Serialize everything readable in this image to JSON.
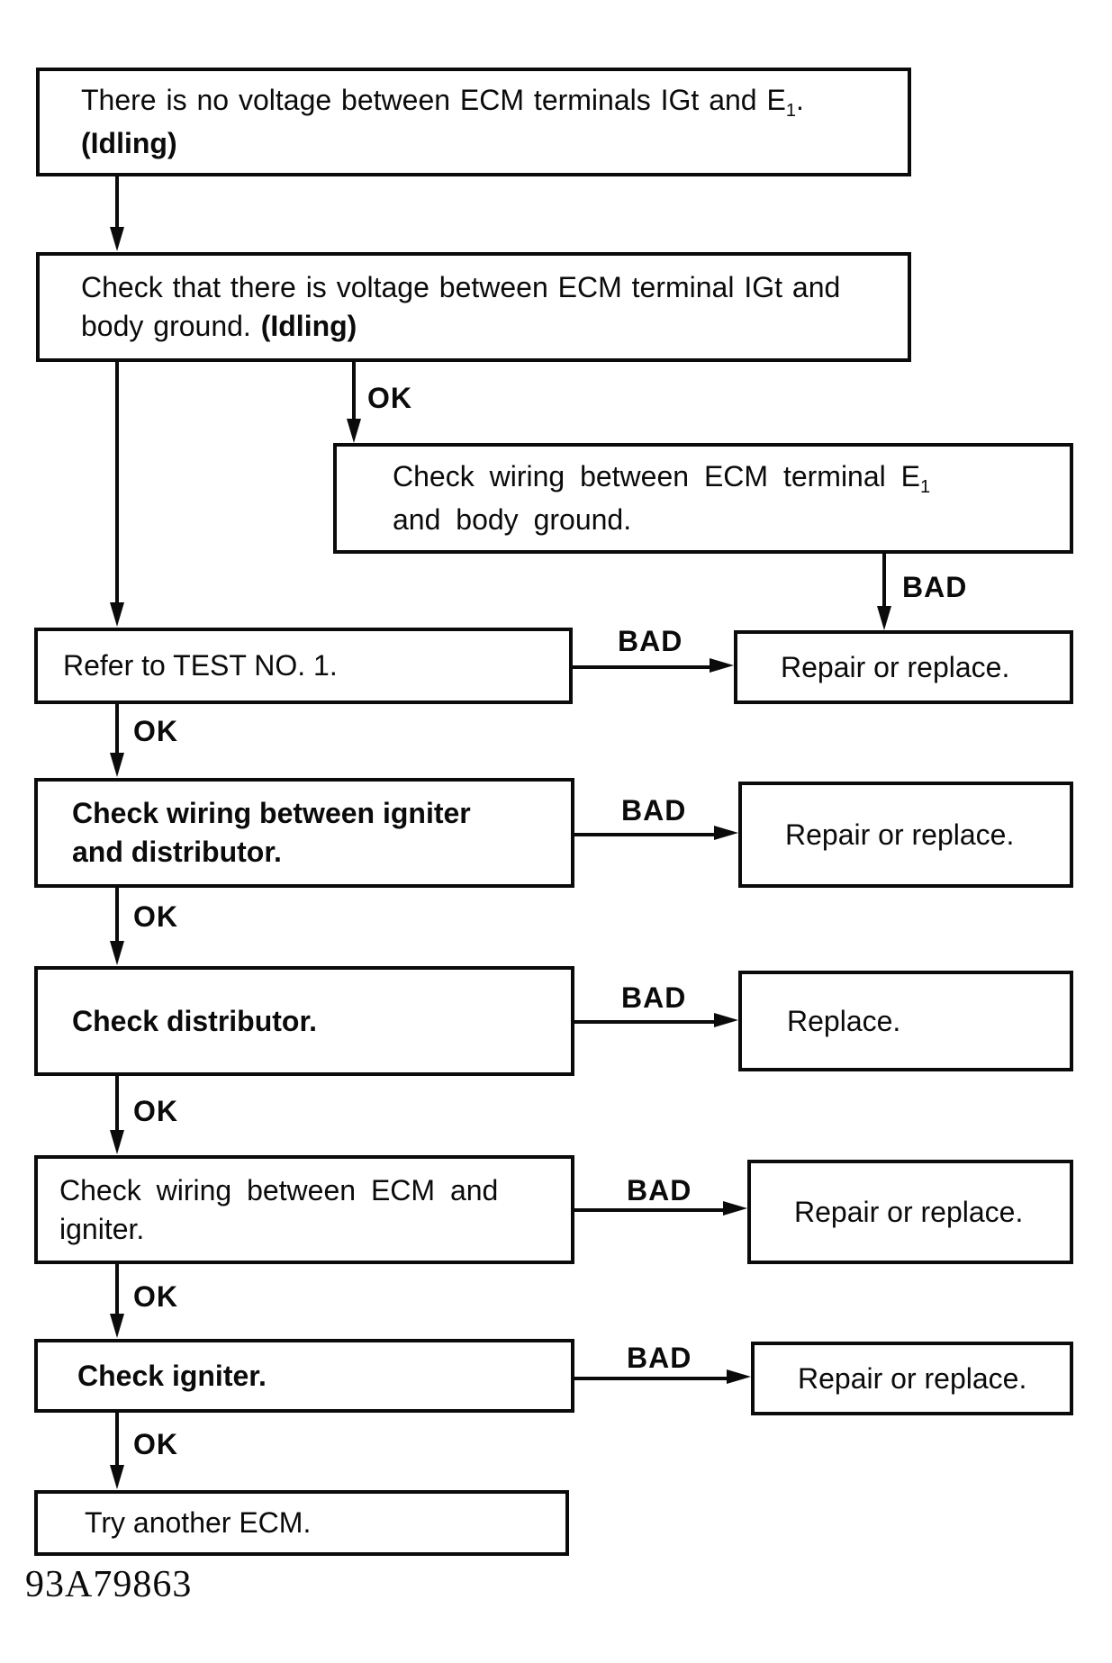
{
  "figure": {
    "id": "93A79863"
  },
  "labels": {
    "ok": "OK",
    "bad": "BAD"
  },
  "nodes": {
    "no_voltage": {
      "line1_pre": "There is no voltage between ECM terminals IGt and E",
      "line1_sub": "1",
      "line1_post": ".",
      "line2": "(Idling)"
    },
    "check_voltage_ground": {
      "line1": "Check that there is voltage between ECM terminal IGt and",
      "line2_pre": "body ground. ",
      "line2_bold": "(Idling)"
    },
    "check_wiring_e1_ground": {
      "line1_pre": "Check wiring between ECM terminal E",
      "line1_sub": "1",
      "line2": "and body ground."
    },
    "refer_test_no1": {
      "text": "Refer to TEST NO. 1."
    },
    "check_wiring_igniter_distributor": {
      "line1": "Check wiring between igniter",
      "line2": "and distributor."
    },
    "check_distributor": {
      "text": "Check distributor."
    },
    "check_wiring_ecm_igniter": {
      "line1": "Check wiring between ECM and",
      "line2": "igniter."
    },
    "check_igniter": {
      "text": "Check igniter."
    },
    "try_another_ecm": {
      "text": "Try another ECM."
    },
    "repair_or_replace": {
      "text": "Repair or replace."
    },
    "replace": {
      "text": "Replace."
    }
  }
}
